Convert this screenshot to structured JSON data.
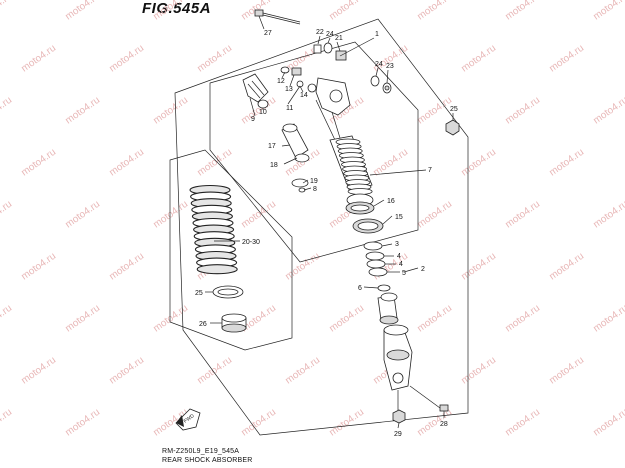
{
  "figure": {
    "title": "FIG.545A",
    "code": "RM-Z250L9_E19_545A",
    "caption": "REAR SHOCK ABSORBER",
    "fwd_label": "FWD",
    "watermark": "moto4.ru"
  },
  "callouts": [
    {
      "id": "1",
      "label": "1"
    },
    {
      "id": "2",
      "label": "2"
    },
    {
      "id": "3",
      "label": "3"
    },
    {
      "id": "4a",
      "label": "4"
    },
    {
      "id": "4b",
      "label": "4"
    },
    {
      "id": "5",
      "label": "5"
    },
    {
      "id": "6",
      "label": "6"
    },
    {
      "id": "7",
      "label": "7"
    },
    {
      "id": "8",
      "label": "8"
    },
    {
      "id": "9",
      "label": "9"
    },
    {
      "id": "10",
      "label": "10"
    },
    {
      "id": "11",
      "label": "11"
    },
    {
      "id": "12",
      "label": "12"
    },
    {
      "id": "13",
      "label": "13"
    },
    {
      "id": "14",
      "label": "14"
    },
    {
      "id": "15",
      "label": "15"
    },
    {
      "id": "16",
      "label": "16"
    },
    {
      "id": "17",
      "label": "17"
    },
    {
      "id": "18",
      "label": "18"
    },
    {
      "id": "19",
      "label": "19"
    },
    {
      "id": "20",
      "label": "20-30"
    },
    {
      "id": "21",
      "label": "21"
    },
    {
      "id": "22",
      "label": "22"
    },
    {
      "id": "23",
      "label": "23"
    },
    {
      "id": "24a",
      "label": "24"
    },
    {
      "id": "24b",
      "label": "24"
    },
    {
      "id": "25a",
      "label": "25"
    },
    {
      "id": "25b",
      "label": "25"
    },
    {
      "id": "26",
      "label": "26"
    },
    {
      "id": "27",
      "label": "27"
    },
    {
      "id": "28",
      "label": "28"
    },
    {
      "id": "29",
      "label": "29"
    }
  ]
}
